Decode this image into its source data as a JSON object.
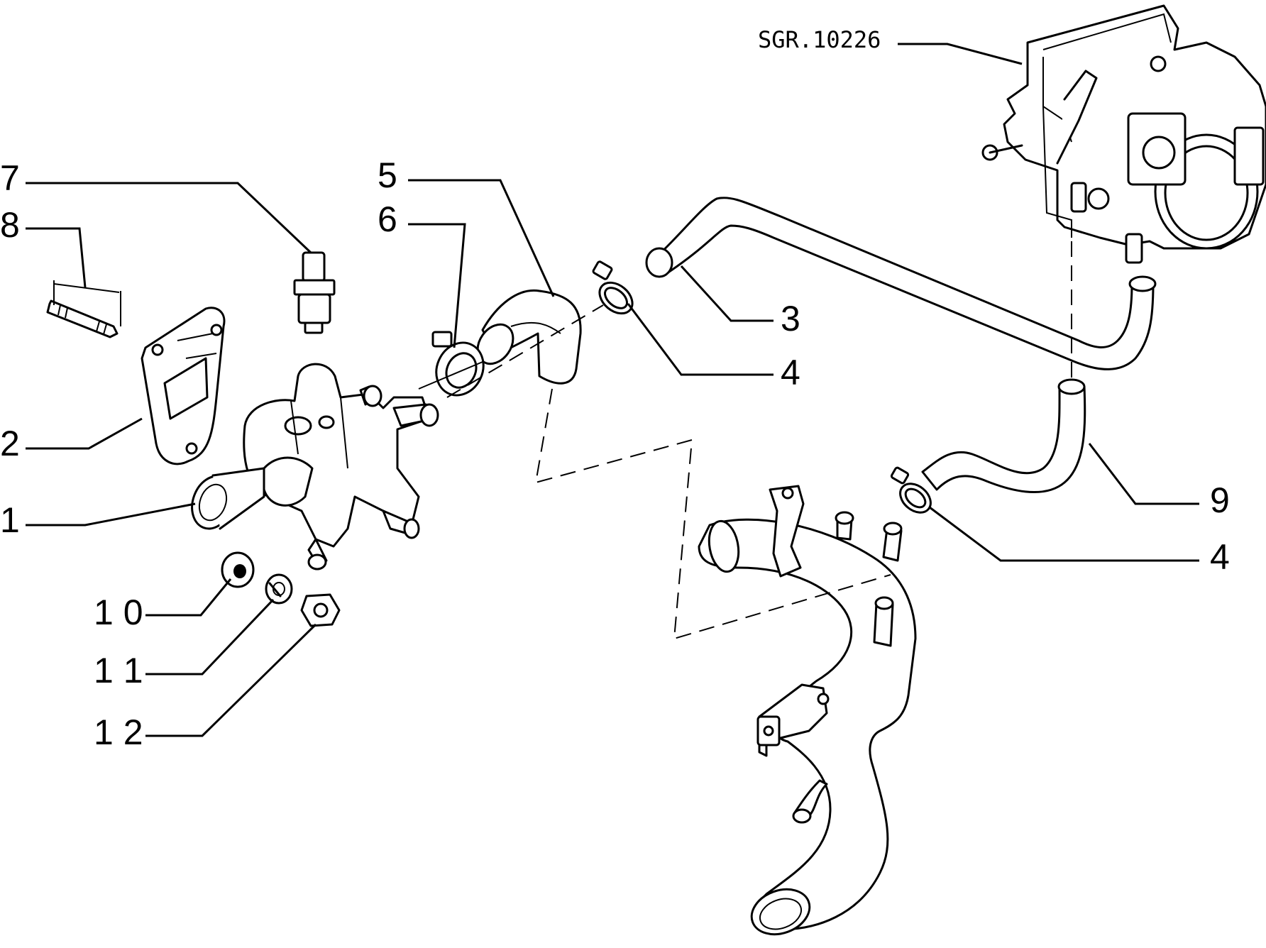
{
  "reference_code": "SGR.10226",
  "callouts": {
    "p1": "1",
    "p2": "2",
    "p3": "3",
    "p4a": "4",
    "p4b": "4",
    "p5": "5",
    "p6": "6",
    "p7": "7",
    "p8": "8",
    "p9": "9",
    "p10": "1 0",
    "p11": "1 1",
    "p12": "1 2"
  }
}
